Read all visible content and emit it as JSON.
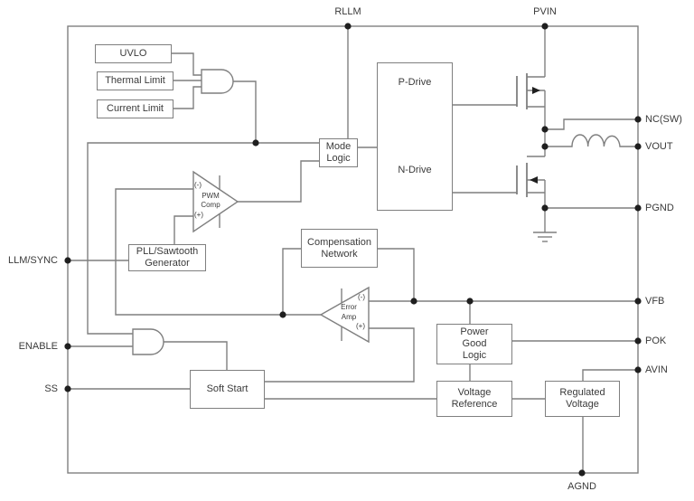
{
  "colors": {
    "wire": "#7f7f7f",
    "text": "#3a3a3a",
    "dot": "#1f1f1f",
    "background": "#ffffff"
  },
  "pins": {
    "rllm": "RLLM",
    "pvin": "PVIN",
    "nc_sw": "NC(SW)",
    "vout": "VOUT",
    "pgnd": "PGND",
    "vfb": "VFB",
    "pok": "POK",
    "avin": "AVIN",
    "agnd": "AGND",
    "llm_sync": "LLM/SYNC",
    "enable": "ENABLE",
    "ss": "SS"
  },
  "blocks": {
    "uvlo": "UVLO",
    "thermal_limit": "Thermal Limit",
    "current_limit": "Current Limit",
    "mode_logic": {
      "line1": "Mode",
      "line2": "Logic"
    },
    "p_drive": "P-Drive",
    "n_drive": "N-Drive",
    "pll": {
      "line1": "PLL/Sawtooth",
      "line2": "Generator"
    },
    "compensation": {
      "line1": "Compensation",
      "line2": "Network"
    },
    "soft_start": "Soft Start",
    "power_good": {
      "line1": "Power",
      "line2": "Good",
      "line3": "Logic"
    },
    "voltage_reference": {
      "line1": "Voltage",
      "line2": "Reference"
    },
    "regulated_voltage": {
      "line1": "Regulated",
      "line2": "Voltage"
    }
  },
  "amplifiers": {
    "pwm_comp": {
      "neg": "(-)",
      "pos": "(+)",
      "line1": "PWM",
      "line2": "Comp"
    },
    "error_amp": {
      "neg": "(-)",
      "pos": "(+)",
      "line1": "Error",
      "line2": "Amp"
    }
  }
}
